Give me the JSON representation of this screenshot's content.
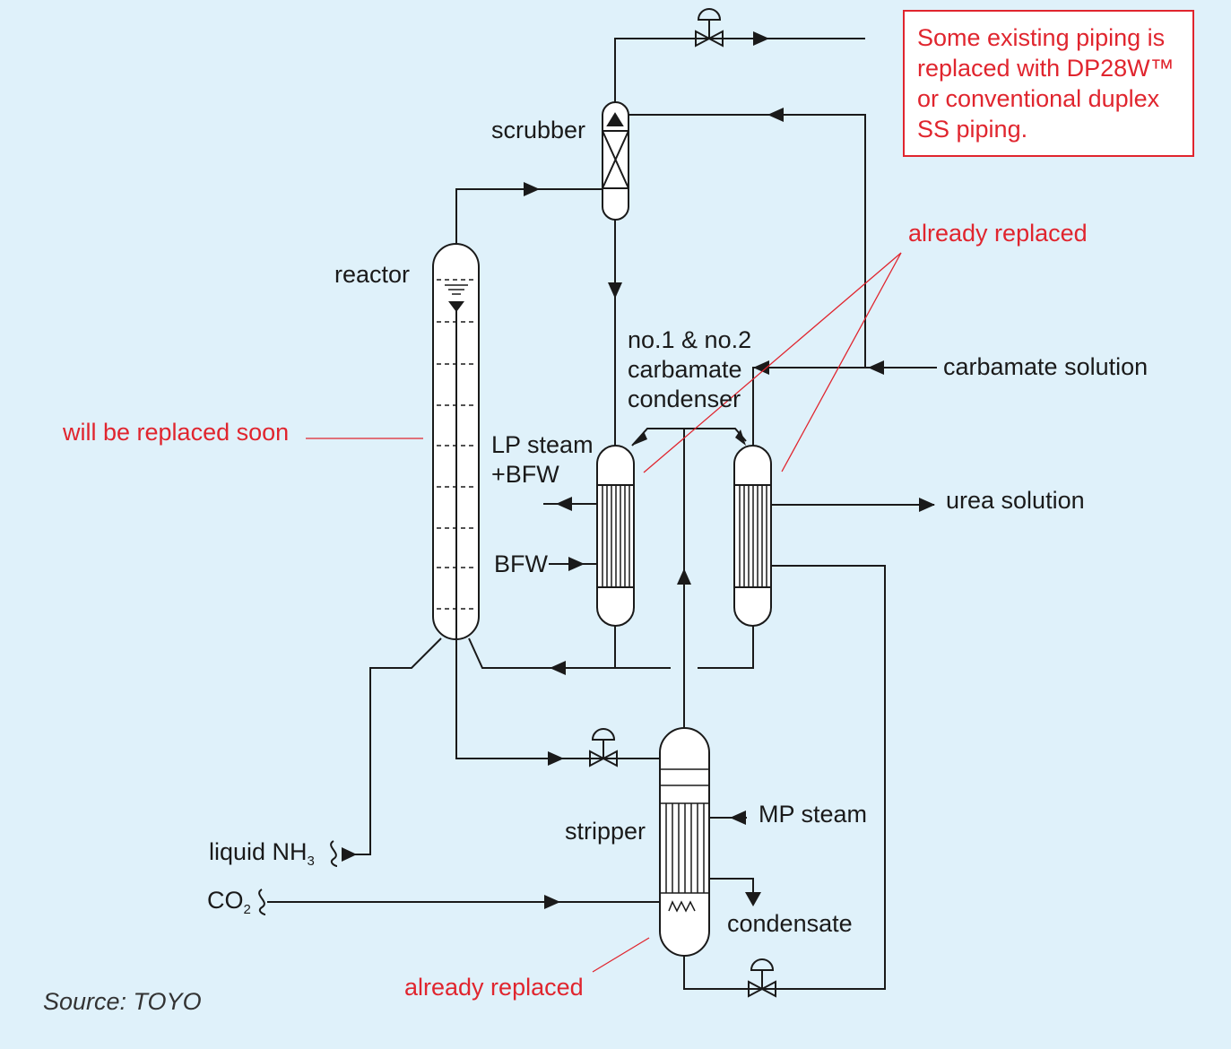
{
  "note_box": {
    "lines": [
      "Some existing piping is",
      "replaced with DP28W™",
      "or conventional duplex",
      "SS piping."
    ]
  },
  "labels": {
    "scrubber": "scrubber",
    "reactor": "reactor",
    "condenser": [
      "no.1 & no.2",
      "carbamate",
      "condenser"
    ],
    "carbamate_solution": "carbamate solution",
    "urea_solution": "urea solution",
    "lp_steam": [
      "LP steam",
      "+BFW"
    ],
    "bfw": "BFW",
    "stripper": "stripper",
    "mp_steam": "MP steam",
    "condensate": "condensate",
    "liquid_nh3": "liquid NH",
    "liquid_nh3_sub": "3",
    "co2": "CO",
    "co2_sub": "2"
  },
  "annotations": {
    "condensers_replaced": "already replaced",
    "reactor_status": "will be replaced soon",
    "stripper_replaced": "already replaced"
  },
  "source": "Source: TOYO",
  "colors": {
    "background": "#dff1fa",
    "line": "#1a1a1a",
    "accent_red": "#e0252e",
    "note_fill": "#ffffff"
  }
}
